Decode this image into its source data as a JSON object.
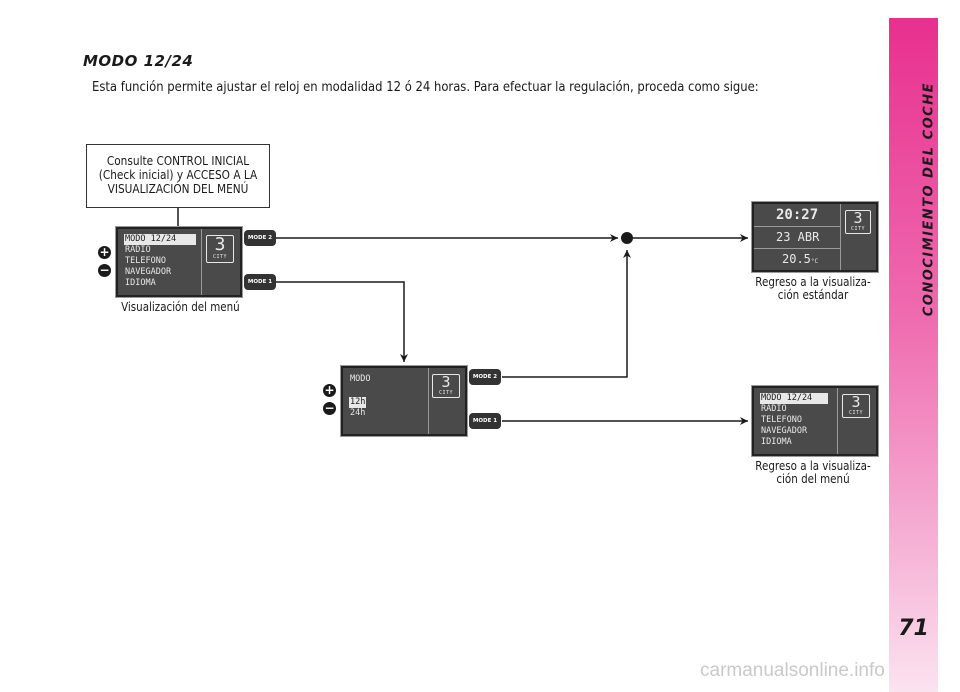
{
  "heading": "MODO 12/24",
  "intro": "Esta función permite ajustar el reloj en modalidad 12 ó 24 horas. Para efectuar la regulación, proceda como sigue:",
  "sidebar": {
    "title": "CONOCIMIENTO DEL COCHE",
    "page_number": "71"
  },
  "callout": {
    "line1": "Consulte CONTROL INICIAL",
    "line2": "(Check inicial) y ACCESO A LA",
    "line3": "VISUALIZACIÓN DEL MENÚ"
  },
  "buttons": {
    "mode1": "MODE 1",
    "mode2": "MODE 2",
    "plus": "+",
    "minus": "−"
  },
  "menu_display": {
    "items": [
      "MODO 12/24",
      "RADIO",
      "TELEFONO",
      "NAVEGADOR",
      "IDIOMA"
    ],
    "selected": "MODO 12/24",
    "badge_num": "3",
    "badge_sub": "CITY",
    "caption": "Visualización del menú"
  },
  "mode_display": {
    "title": "MODO",
    "options": [
      "12h",
      "24h"
    ],
    "selected": "12h",
    "badge_num": "3",
    "badge_sub": "CITY"
  },
  "standard_display": {
    "time": "20:27",
    "date": "23 ABR",
    "temp": "20.5",
    "temp_unit": "°C",
    "badge_num": "3",
    "badge_sub": "CITY",
    "caption_line1": "Regreso a la visualiza-",
    "caption_line2": "ción estándar"
  },
  "return_menu_display": {
    "items": [
      "MODO 12/24",
      "RADIO",
      "TELEFONO",
      "NAVEGADOR",
      "IDIOMA"
    ],
    "selected": "MODO 12/24",
    "badge_num": "3",
    "badge_sub": "CITY",
    "caption_line1": "Regreso a la visualiza-",
    "caption_line2": "ción del menú"
  },
  "watermark": "carmanualsonline.info"
}
